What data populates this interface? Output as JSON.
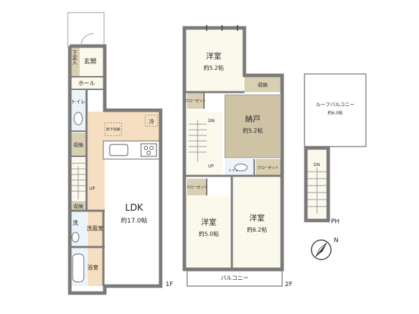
{
  "floors": {
    "first": {
      "floor_label": "1F",
      "rooms": {
        "ldk": {
          "name": "LDK",
          "size": "約17.0帖"
        },
        "entrance": {
          "name": "玄関"
        },
        "shoe_storage": {
          "name": "下足入"
        },
        "hall": {
          "name": "ホール"
        },
        "toilet": {
          "name": "トイレ"
        },
        "storage_a": {
          "name": "収納"
        },
        "storage_b": {
          "name": "収納"
        },
        "underfloor_storage": {
          "name": "床下収納"
        },
        "fridge": {
          "name": "冷"
        },
        "washer": {
          "name": "洗"
        },
        "washroom": {
          "name": "洗面室"
        },
        "bath": {
          "name": "浴室"
        },
        "stairs_up": {
          "name": "UP"
        }
      }
    },
    "second": {
      "floor_label": "2F",
      "rooms": {
        "western_top": {
          "name": "洋室",
          "size": "約5.2帖"
        },
        "nando": {
          "name": "納戸",
          "size": "約5.2帖"
        },
        "western_left": {
          "name": "洋室",
          "size": "約5.0帖"
        },
        "western_right": {
          "name": "洋室",
          "size": "約6.2帖"
        },
        "storage": {
          "name": "収納"
        },
        "closet_a": {
          "name": "クローゼット"
        },
        "closet_b": {
          "name": "クローゼット"
        },
        "closet_c": {
          "name": "クローゼット"
        },
        "toilet": {
          "name": "トイレ"
        },
        "balcony": {
          "name": "バルコニー"
        },
        "stairs_dn": {
          "name": "DN"
        },
        "stairs_up": {
          "name": "UP"
        }
      }
    },
    "roof": {
      "floor_label": "PH",
      "rooms": {
        "roof_balcony": {
          "name": "ルーフバルコニー",
          "size": "約6.0帖"
        },
        "stairs_dn": {
          "name": "DN"
        }
      }
    }
  },
  "compass": {
    "label": "N",
    "icon": "north-arrow-icon"
  },
  "colors": {
    "ldk": "#f5dfc0",
    "nando": "#cfc3a6",
    "storage": "#d9cfb2",
    "floor": "#fbf8ec",
    "wall": "#7a7a7a",
    "wet": "#ebf3fb"
  }
}
